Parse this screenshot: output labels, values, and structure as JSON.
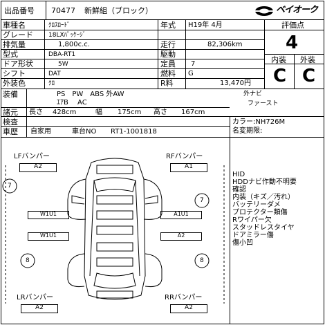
{
  "header": {
    "lot_label": "出品番号",
    "lot_number": "70477",
    "session": "新鮮組（ブロック）",
    "logo_text": "ベイオーク"
  },
  "vehicle": {
    "name_label": "車種名",
    "name": "ｸﾛｽﾛｰﾄﾞ",
    "grade_label": "グレード",
    "grade": "18LXﾊﾟｯｹｰｼﾞ",
    "displacement_label": "排気量",
    "displacement": "1,800c.c.",
    "model_label": "型式",
    "model": "DBA-RT1",
    "doors_label": "ドア形状",
    "doors": "5W",
    "shift_label": "シフト",
    "shift": "DAT",
    "color_label": "外装色",
    "color": "ｸﾛ",
    "year_label": "年式",
    "year": "H19年 4月",
    "mileage_label": "走行",
    "mileage": "82,306km",
    "drive_label": "駆動",
    "drive": "",
    "capacity_label": "定員",
    "capacity": "7",
    "fuel_label": "燃料",
    "fuel": "G",
    "r_label": "R料",
    "r_fee": "13,470円"
  },
  "score": {
    "title": "評価点",
    "value": "4",
    "interior_label": "内装",
    "interior": "C",
    "exterior_label": "外装",
    "exterior": "C"
  },
  "equipment": {
    "label": "装備",
    "row1": "PS　PW　ABS 外AW",
    "row2": "ｴｱB　 AC",
    "nav_label": "外ナビ",
    "first": "ファースト"
  },
  "specs": {
    "label": "諸元",
    "length_label": "長さ",
    "length": "428cm",
    "width_label": "幅",
    "width": "175cm",
    "height_label": "高さ",
    "height": "167cm"
  },
  "inspection": {
    "label": "検査",
    "history_label": "車歴",
    "history": "自家用",
    "chassis_label": "車台NO",
    "chassis": "RT1-1001818",
    "color_code": "カラー:NH726M",
    "name_change": "名変期限:"
  },
  "diagram": {
    "lf_label": "LFバンパー",
    "lf_value": "A2",
    "rf_label": "RFバンパー",
    "rf_value": "A1",
    "lr_label": "LRバンパー",
    "lr_value": "A2",
    "rr_label": "RRバンパー",
    "rr_value": "A2",
    "tire_lf": "7",
    "tire_rf": "7",
    "tire_lr": "8",
    "tire_rr": "8",
    "left_front_door": "W1U1",
    "left_rear_door": "W1U1",
    "right_front_door": "A1U1",
    "right_rear_door": "A2"
  },
  "notes": [
    "HID",
    "HDDナビ作動不明要",
    "確認",
    "内装（キズ／汚れ）",
    "バッテリーダメ",
    "プロテクター類傷",
    "Rワイパー欠",
    "スタッドレスタイヤ",
    "ドアミラー傷",
    "傷小凹"
  ]
}
